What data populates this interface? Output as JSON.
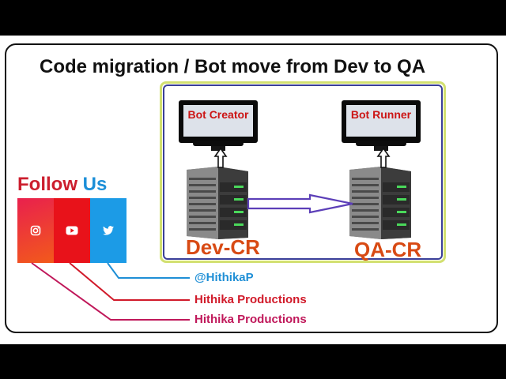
{
  "title": "Code migration / Bot move from Dev to QA",
  "diagram": {
    "dev_monitor_label": "Bot Creator",
    "qa_monitor_label": "Bot Runner",
    "dev_server_label": "Dev-CR",
    "qa_server_label": "QA-CR"
  },
  "follow": {
    "word1": "Follow",
    "word2": "Us"
  },
  "social_links": {
    "twitter": "@HithikaP",
    "youtube": "Hithika Productions",
    "instagram": "Hithika Productions"
  },
  "colors": {
    "title": "#111111",
    "node_label": "#d84a14",
    "monitor_label": "#cc1515",
    "panel_outer": "#d2e070",
    "panel_inner": "#3a3f98",
    "instagram": "#e9204d",
    "youtube": "#e8121a",
    "twitter": "#1c9be6"
  },
  "icons": [
    "monitor-icon",
    "server-icon",
    "arrow-right-icon",
    "instagram-icon",
    "youtube-icon",
    "twitter-icon"
  ]
}
